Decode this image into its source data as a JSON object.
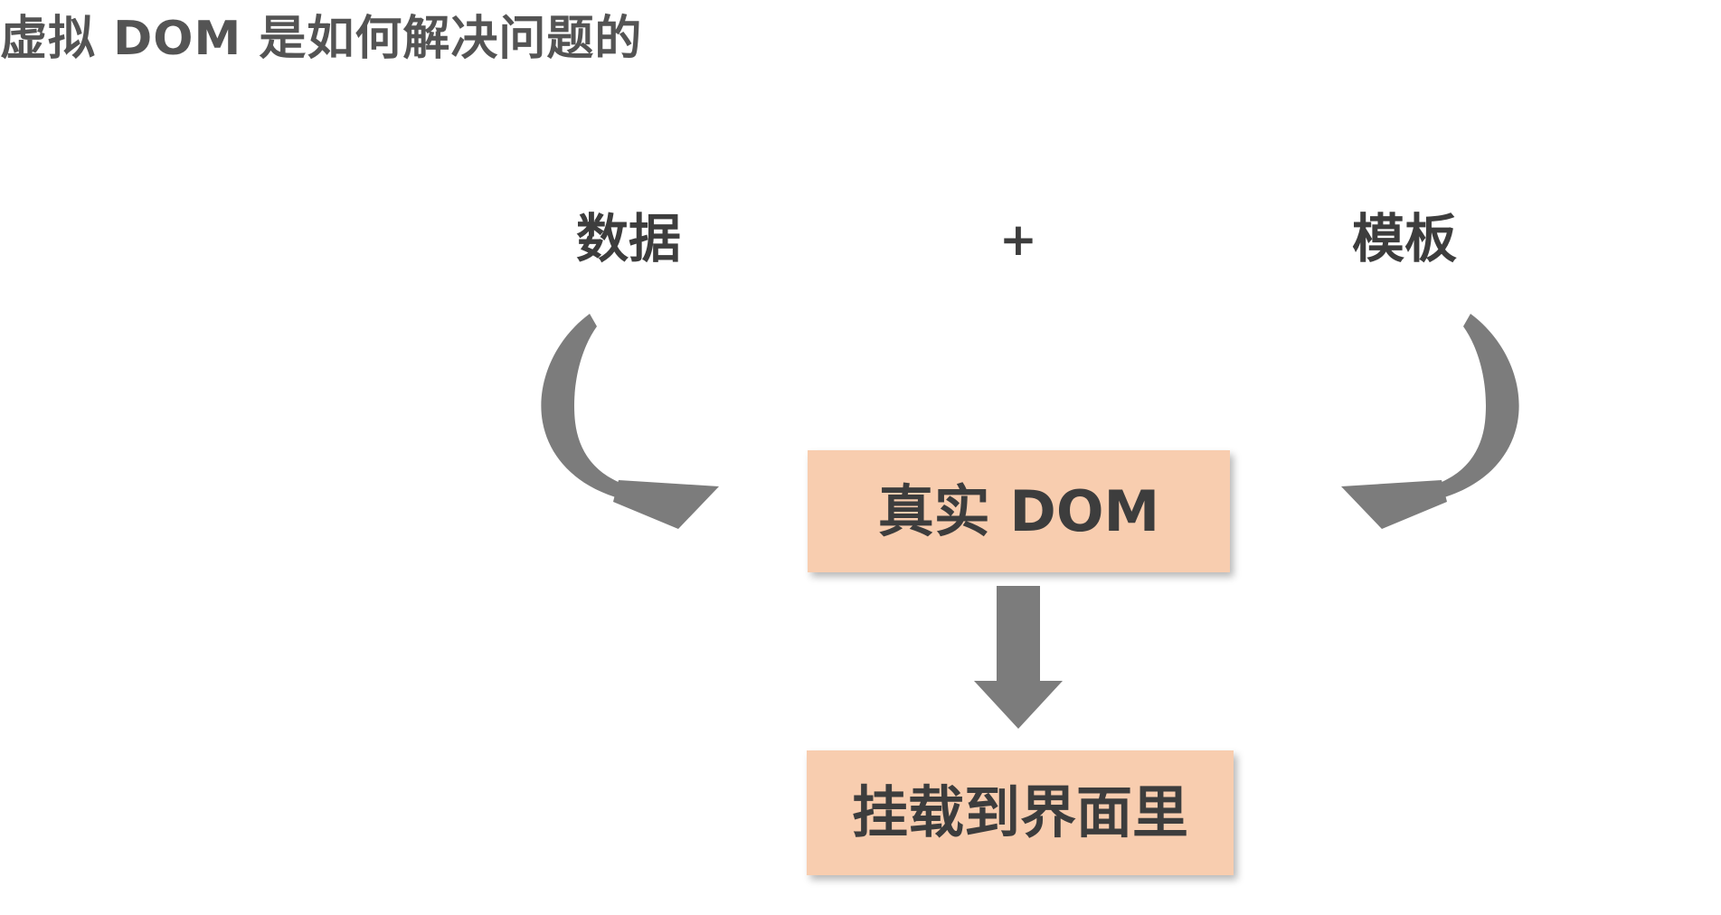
{
  "page": {
    "title": "虚拟 DOM 是如何解决问题的"
  },
  "diagram": {
    "inputs": {
      "left_label": "数据",
      "operator": "+",
      "right_label": "模板"
    },
    "real_dom_box": {
      "label": "真实 DOM"
    },
    "mount_box": {
      "label": "挂载到界面里"
    },
    "icons": {
      "curved_arrow_left": "curved-arrow-left-icon",
      "curved_arrow_right": "curved-arrow-right-icon",
      "down_arrow": "down-arrow-icon"
    },
    "colors": {
      "background": "#FFFFFF",
      "box_fill": "#F8CDAF",
      "arrow_gray": "#7C7C7C",
      "text_dark": "#3D3D3D",
      "title_color": "#545454"
    }
  }
}
